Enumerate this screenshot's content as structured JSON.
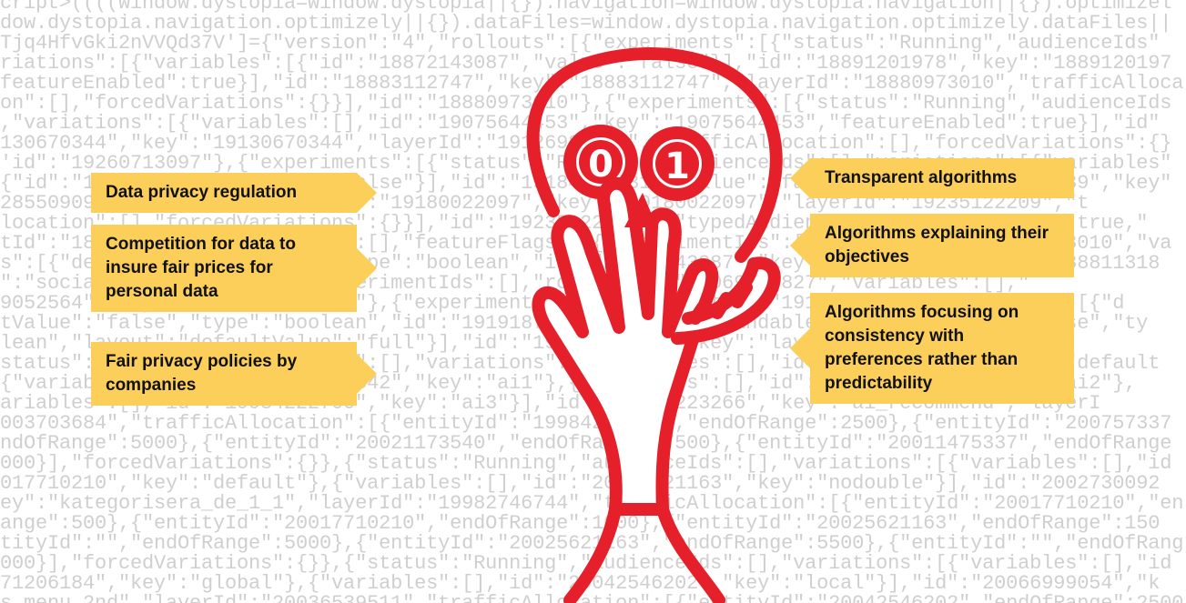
{
  "background_code_lines": [
    "cript>((((window.dystopia=window.dystopia||{}).navigation=window.dystopia.navigation||{}).optimizel",
    "dow.dystopia.navigation.optimizely||{}).dataFiles=window.dystopia.navigation.optimizely.dataFiles||",
    "Tjq4HfvGki2nVVQd37V']={\"version\":\"4\",\"rollouts\":[{\"experiments\":[{\"status\":\"Running\",\"audienceIds\"",
    "riations\":[{\"variables\":[{\"id\":\"18872143087\",\"value\":\"false\"}],\"id\":\"18891201978\",\"key\":\"1889120197",
    "featureEnabled\":true}],\"id\":\"18883112747\",\"key\":\"18883112747\",\"layerId\":\"18880973010\",\"trafficAlloca",
    "on\":[],\"forcedVariations\":{}}],\"id\":\"18880973010\"},{\"experiments\":[{\"status\":\"Running\",\"audienceIds",
    ",\"variations\":[{\"variables\":[],\"id\":\"19075644453\",\"key\":\"19075644453\",\"featureEnabled\":true}],\"id\"",
    "130670344\",\"key\":\"19130670344\",\"layerId\":\"19126980047\",\"trafficAllocation\":[],\"forcedVariations\":{}",
    "'id\":\"19260713097\"},{\"experiments\":[{\"status\":\"Running\",\"audienceIds\":[],\"variations\":[{\"variables\"",
    "{\"id\":\"19184612331\",\"value\":\"false\"}],\"id\":\"19184612331\",\"value\":\"false\"}],\"id\":\"19184612339\",\"key\"",
    "28550909\"}],\"variables\":[],\"id\":\"19180022097\",\"key\":\"19180022097\",\"layerId\":\"19235122209\",\"t",
    "location\":[],\"forcedVariations\":{}}],\"id\":\"19235122209\"},\"typedAudiences\":[],\"anonymizeIP\":true,\"",
    "tId\":\"18880973010\",\"variables\":[],\"featureFlags\":[{\"experimentIds\":[],\"rolloutId\":\"18880973010\",\"va",
    "s\":[{\"defaultValue\":\"false\",\"type\":\"boolean\",\"id\":\"18872143087\",\"key\":\"show_cta\"}],\"id\":\"188811318",
    "\":\"social_share_messages\",\"experimentIds\":[],\"rolloutId\":\"19069713827\",\"variables\":[],\"",
    "9052564\",\"key\":\"social_sticker\"},{\"experimentIds\":[],\"rolloutId\":\"19126980047\",\"variables\":[{\"d",
    "tValue\":\"false\",\"type\":\"boolean\",\"id\":\"19191872914\",\"key\":\"expandable\",\"defaultValue\":\"false\",\"ty",
    "lean\",\"layout\":\"defaultValue\":\"full\"}],\"id\":\"19233021926\",\"key\":\"layout\"},{\"experiment",
    "status\":\"Running\",\"audienceIds\":[],\"variations\":[{\"variables\":[],\"id\":\"19984221922\",\"key\":\"default",
    "{\"variables\":[],\"id\":\"19984221842\",\"key\":\"ai1\"},{\"variables\":[],\"id\":\"19984222211\",\"key\":\"ai2\"},",
    "ariables\":[],\"id\":\"19984222700\",\"key\":\"ai3\"}],\"id\":\"19984223266\",\"key\":\"ai_recommend\",\"layerI",
    "003703684\",\"trafficAllocation\":[{\"entityId\":\"19984221922\",\"endOfRange\":2500},{\"entityId\":\"200757337",
    "ndOfRange\":5000},{\"entityId\":\"20021173540\",\"endOfRange\":7500},{\"entityId\":\"20011475337\",\"endOfRange",
    "000}],\"forcedVariations\":{}},{\"status\":\"Running\",\"audienceIds\":[],\"variations\":[{\"variables\":[],\"id",
    "017710210\",\"key\":\"default\"},{\"variables\":[],\"id\":\"20025621163\",\"key\":\"nodouble\"}],\"id\":\"2002730092",
    "ey\":\"kategorisera_de_1_1\",\"layerId\":\"19982746744\",\"trafficAllocation\":[{\"entityId\":\"20017710210\",\"en",
    "ange\":500},{\"entityId\":\"20017710210\",\"endOfRange\":1000},{\"entityId\":\"20025621163\",\"endOfRange\":150",
    "tityId\":\"\",\"endOfRange\":5000},{\"entityId\":\"20025621163\",\"endOfRange\":5500},{\"entityId\":\"\",\"endOfRang",
    "000}],\"forcedVariations\":{}},{\"status\":\"Running\",\"audienceIds\":[],\"variations\":[{\"variables\":[],\"id",
    "71206184\",\"key\":\"global\"},{\"variables\":[],\"id\":\"20042546202\",\"key\":\"local\"}],\"id\":\"20066999054\",\"k",
    "s_menu_2nd\",\"layerId\":\"20036539511\",\"trafficAllocation\":[{\"entityId\":\"20042546202\",\"endOfRange\":2500"
  ],
  "skull_digits": {
    "left_eye": "0",
    "right_eye": "1"
  },
  "left_labels": [
    {
      "text": "Data privacy regulation"
    },
    {
      "text": "Competition for data to insure fair prices for personal data"
    },
    {
      "text": "Fair privacy policies by companies"
    }
  ],
  "right_labels": [
    {
      "text": "Transparent algorithms"
    },
    {
      "text": "Algorithms explaining their objectives"
    },
    {
      "text": "Algorithms focusing on consistency with preferences rather than predictability"
    }
  ],
  "colors": {
    "skull_red": "#e5202a",
    "label_yellow": "#fccf5a",
    "code_gray": "#cfcfcf"
  }
}
